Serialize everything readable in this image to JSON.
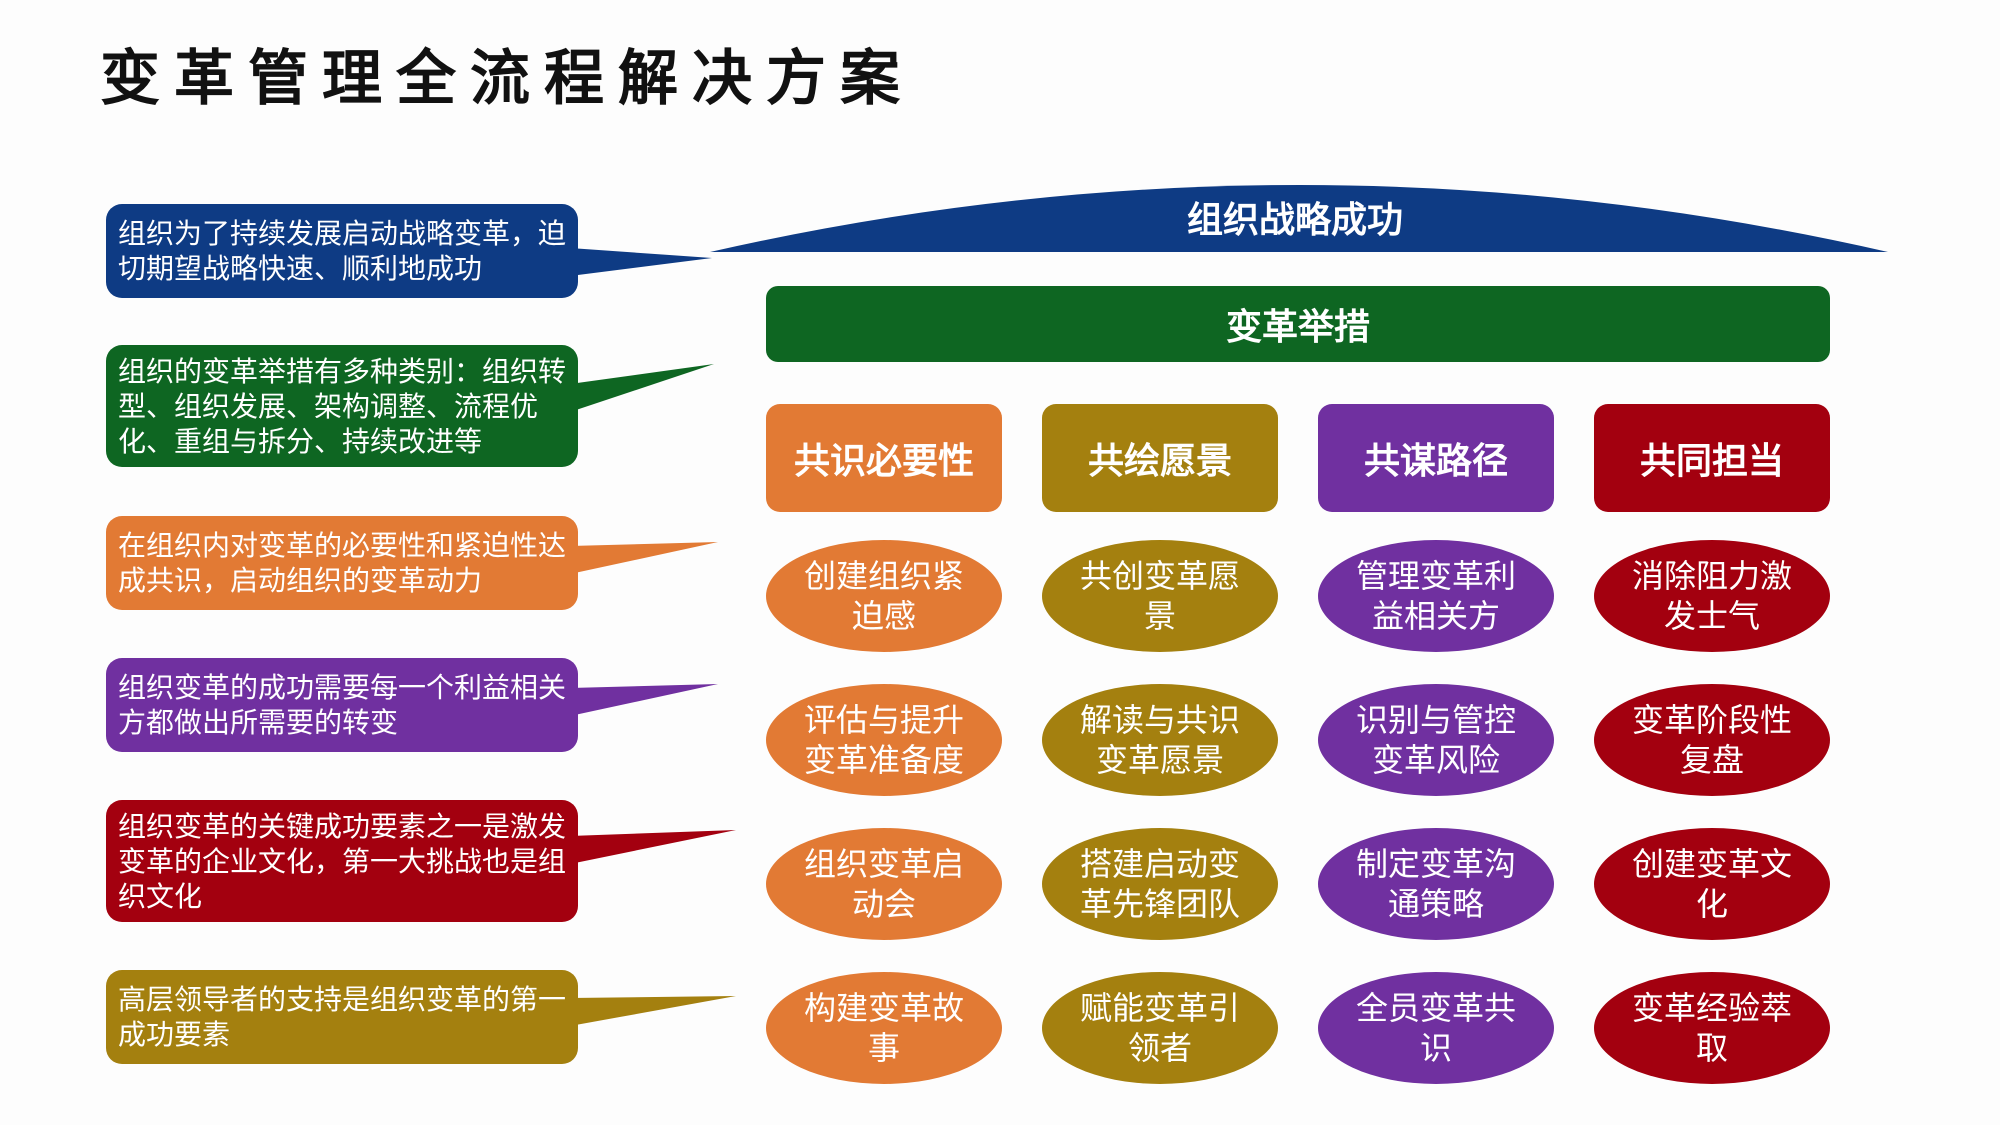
{
  "title": "变革管理全流程解决方案",
  "top_arc": {
    "label": "组织战略成功",
    "color": "#0e3b84"
  },
  "green_bar": {
    "label": "变革举措",
    "color": "#0e6622"
  },
  "callouts": [
    {
      "text": "组织为了持续发展启动战略变革，迫切期望战略快速、顺利地成功",
      "color": "#0e3b84"
    },
    {
      "text": "组织的变革举措有多种类别：组织转型、组织发展、架构调整、流程优化、重组与拆分、持续改进等",
      "color": "#0e6622"
    },
    {
      "text": "在组织内对变革的必要性和紧迫性达成共识，启动组织的变革动力",
      "color": "#e27a34"
    },
    {
      "text": "组织变革的成功需要每一个利益相关方都做出所需要的转变",
      "color": "#7030a0"
    },
    {
      "text": "组织变革的关键成功要素之一是激发变革的企业文化，第一大挑战也是组织文化",
      "color": "#a3000f"
    },
    {
      "text": "高层领导者的支持是组织变革的第一成功要素",
      "color": "#a4800f"
    }
  ],
  "columns": [
    {
      "header": "共识必要性",
      "color": "#e27a34",
      "items": [
        "创建组织紧迫感",
        "评估与提升变革准备度",
        "组织变革启动会",
        "构建变革故事"
      ]
    },
    {
      "header": "共绘愿景",
      "color": "#a4800f",
      "items": [
        "共创变革愿景",
        "解读与共识变革愿景",
        "搭建启动变革先锋团队",
        "赋能变革引领者"
      ]
    },
    {
      "header": "共谋路径",
      "color": "#7030a0",
      "items": [
        "管理变革利益相关方",
        "识别与管控变革风险",
        "制定变革沟通策略",
        "全员变革共识"
      ]
    },
    {
      "header": "共同担当",
      "color": "#a3000f",
      "items": [
        "消除阻力激发士气",
        "变革阶段性复盘",
        "创建变革文化",
        "变革经验萃取"
      ]
    }
  ]
}
